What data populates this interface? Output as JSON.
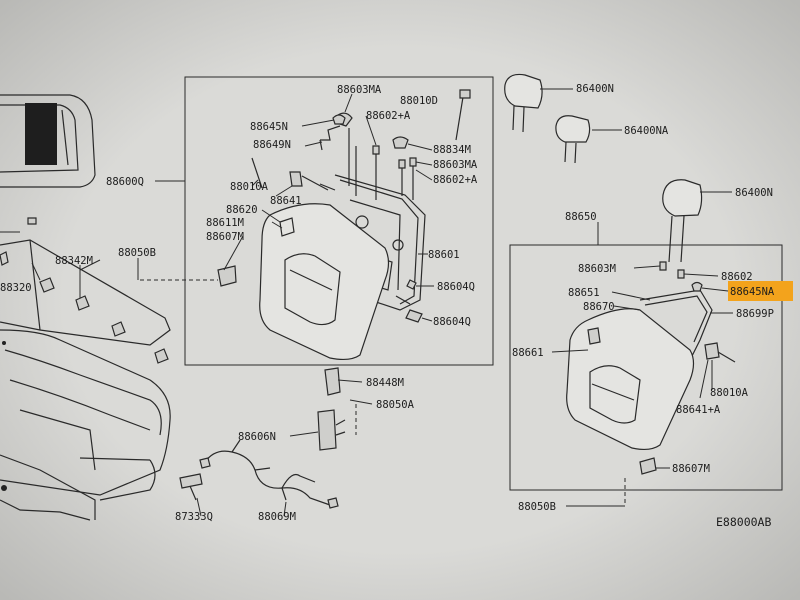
{
  "diagram": {
    "code": "E88000AB",
    "highlight_color": "#f3a31c",
    "labels": {
      "l_88603MA_top": "88603MA",
      "l_88010D": "88010D",
      "l_88645N": "88645N",
      "l_88602A_top": "88602+A",
      "l_88649N": "88649N",
      "l_88834M": "88834M",
      "l_88603MA_mid": "88603MA",
      "l_88602A_mid": "88602+A",
      "l_88600Q": "88600Q",
      "l_88010A_left": "88010A",
      "l_88641": "88641",
      "l_88620": "88620",
      "l_88611M": "88611M",
      "l_88607M_left": "88607M",
      "l_88601": "88601",
      "l_88050B_left": "88050B",
      "l_88342M": "88342M",
      "l_88320": "88320",
      "l_88604Q_a": "88604Q",
      "l_88604Q_b": "88604Q",
      "l_86400N_top": "86400N",
      "l_86400NA_top": "86400NA",
      "l_86400N_right": "86400N",
      "l_88650": "88650",
      "l_88603M": "88603M",
      "l_88602": "88602",
      "l_88645NA": "88645NA",
      "l_88651": "88651",
      "l_88670": "88670",
      "l_88699P": "88699P",
      "l_88661": "88661",
      "l_88010A_right": "88010A",
      "l_88641A": "88641+A",
      "l_88607M_right": "88607M",
      "l_88050B_right": "88050B",
      "l_88448M": "88448M",
      "l_88050A": "88050A",
      "l_88606N": "88606N",
      "l_87333Q": "87333Q",
      "l_88069M": "88069M"
    }
  }
}
